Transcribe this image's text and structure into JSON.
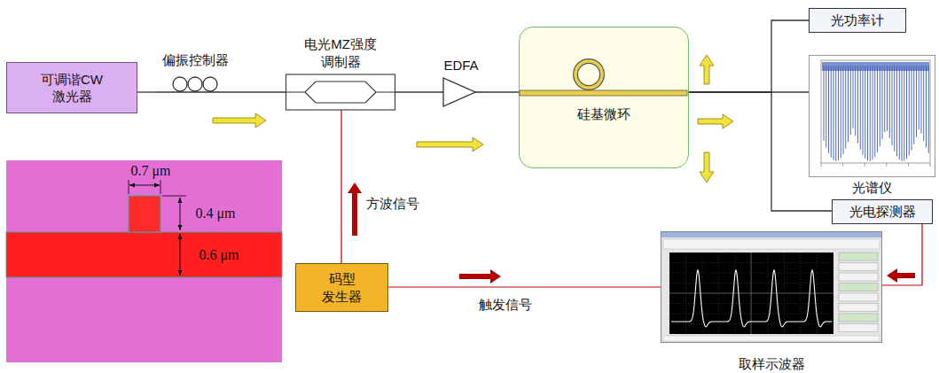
{
  "diagram": {
    "nodes": [
      {
        "text": [
          "可调谐CW 激光器"
        ]
      },
      {
        "text": [
          "偏振控制器"
        ]
      },
      {
        "text": [
          "电光MZ强度 调制器"
        ]
      },
      {
        "text": [
          "EDFA"
        ]
      },
      {
        "text": [
          "硅基微环"
        ]
      },
      {
        "text": [
          "光功率计"
        ]
      },
      {
        "text": [
          "光谱仪"
        ]
      },
      {
        "text": [
          "光电探测器"
        ]
      },
      {
        "text": [
          "码型 发生器"
        ]
      },
      {
        "text": [
          "取样示波器"
        ]
      }
    ],
    "edges": [
      {
        "from": 0,
        "to": 1,
        "arrow": "none"
      },
      {
        "from": 1,
        "to": 2,
        "arrow": "none"
      },
      {
        "from": 2,
        "to": 3,
        "arrow": "none"
      },
      {
        "from": 3,
        "to": 4,
        "arrow": "none"
      },
      {
        "from": 4,
        "to": 5,
        "arrow": "none"
      },
      {
        "from": 4,
        "to": 6,
        "arrow": "none"
      },
      {
        "from": 4,
        "to": 7,
        "arrow": "none"
      },
      {
        "from": 8,
        "to": 2,
        "label": "方波信号",
        "arrow": "none"
      },
      {
        "from": 8,
        "to": 9,
        "label": "触发信号",
        "arrow": "none"
      },
      {
        "from": 7,
        "to": 9,
        "arrow": "none"
      }
    ],
    "labels": [
      "0.7 μm",
      "0.4 μm",
      "0.6 μm"
    ]
  }
}
